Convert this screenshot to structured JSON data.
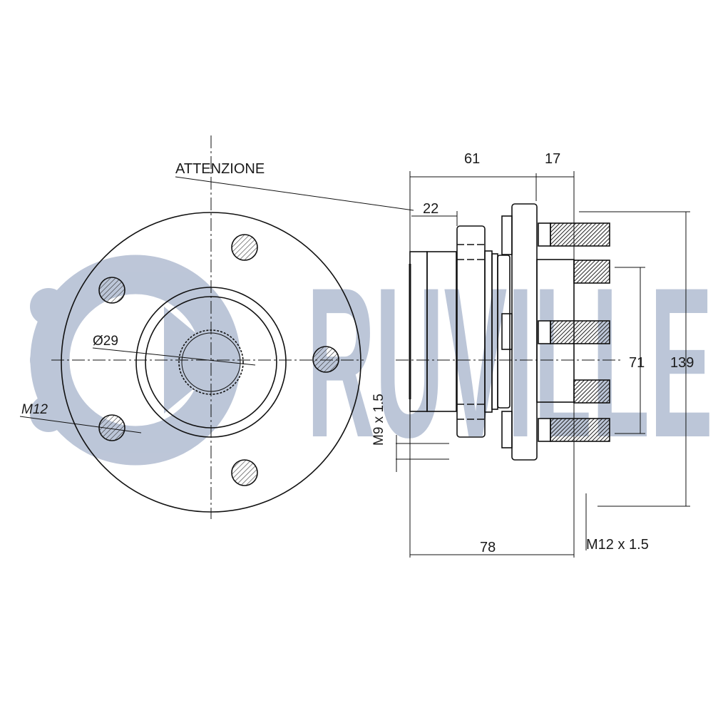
{
  "watermark": {
    "brand": "RUVILLE",
    "color": "#b9c3d6"
  },
  "labels": {
    "attention": "ATTENZIONE",
    "bore_diameter": "Ø29",
    "bolt_thread_front": "M12",
    "sensor_thread": "M9 x 1.5",
    "stud_thread": "M12 x 1.5"
  },
  "dimensions": {
    "hub_length": "61",
    "flange_to_stud": "17",
    "housing_step": "22",
    "total_length": "78",
    "pilot_diameter": "71",
    "flange_diameter": "139"
  },
  "colors": {
    "line": "#111111",
    "hatch": "#333333"
  }
}
